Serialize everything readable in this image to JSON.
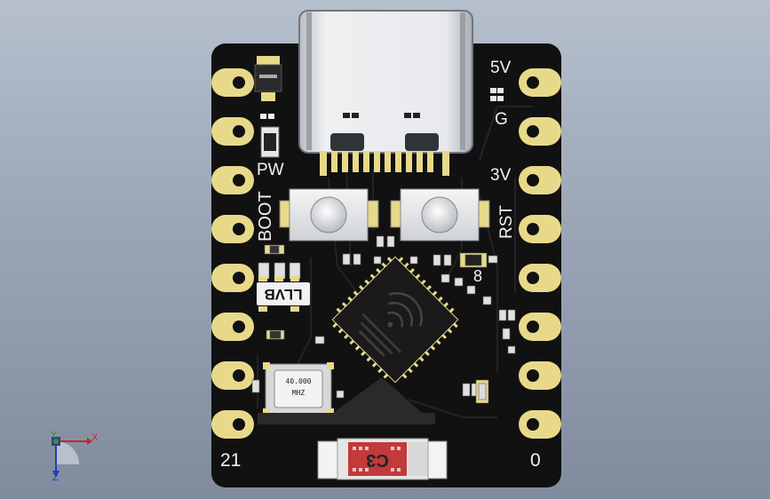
{
  "silkscreen": {
    "label_5v": "5V",
    "label_g": "G",
    "label_3v": "3V",
    "label_pw": "PW",
    "label_boot": "BOOT",
    "label_rst": "RST",
    "label_8": "8",
    "label_21": "21",
    "label_0": "0",
    "part_llvb": "LLVB"
  },
  "crystal": {
    "line1": "40.000",
    "line2": "MHZ"
  },
  "antenna": {
    "label": "C3"
  },
  "axes": {
    "x": "X",
    "y": "Y",
    "z": "Z"
  },
  "colors": {
    "board": "#111111",
    "pad": "#e8d98a",
    "background": "#9aa6b6",
    "usb": "#d6d8dc",
    "antenna": "#c23a3a"
  }
}
